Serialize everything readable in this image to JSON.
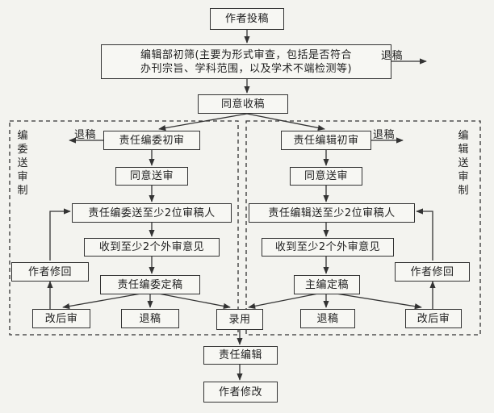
{
  "submit": "作者投稿",
  "initial_screen": {
    "line1": "编辑部初筛(主要为形式审查，包括是否符合",
    "line2": "办刊宗旨、学科范围，以及学术不端检测等)"
  },
  "reject_top": "退稿",
  "accept": "同意收稿",
  "left_group": {
    "title": "编委送审制",
    "reject": "退稿",
    "first_review": "责任编委初审",
    "approve_send": "同意送审",
    "send_reviewers": "责任编委送至少2位审稿人",
    "receive_opinions": "收到至少2个外审意见",
    "decision": "责任编委定稿",
    "author_revise": "作者修回",
    "revise_review": "改后审",
    "reject_final": "退稿"
  },
  "right_group": {
    "title": "编辑送审制",
    "reject": "退稿",
    "first_review": "责任编辑初审",
    "approve_send": "同意送审",
    "send_reviewers": "责任编辑送至少2位审稿人",
    "receive_opinions": "收到至少2个外审意见",
    "decision": "主编定稿",
    "author_revise": "作者修回",
    "revise_review": "改后审",
    "reject_final": "退稿"
  },
  "accepted": "录用",
  "editor": "责任编辑",
  "author_final": "作者修改",
  "colors": {
    "line": "#333333",
    "box_bg": "#f7f7f3",
    "page_bg": "#f3f3ef"
  }
}
